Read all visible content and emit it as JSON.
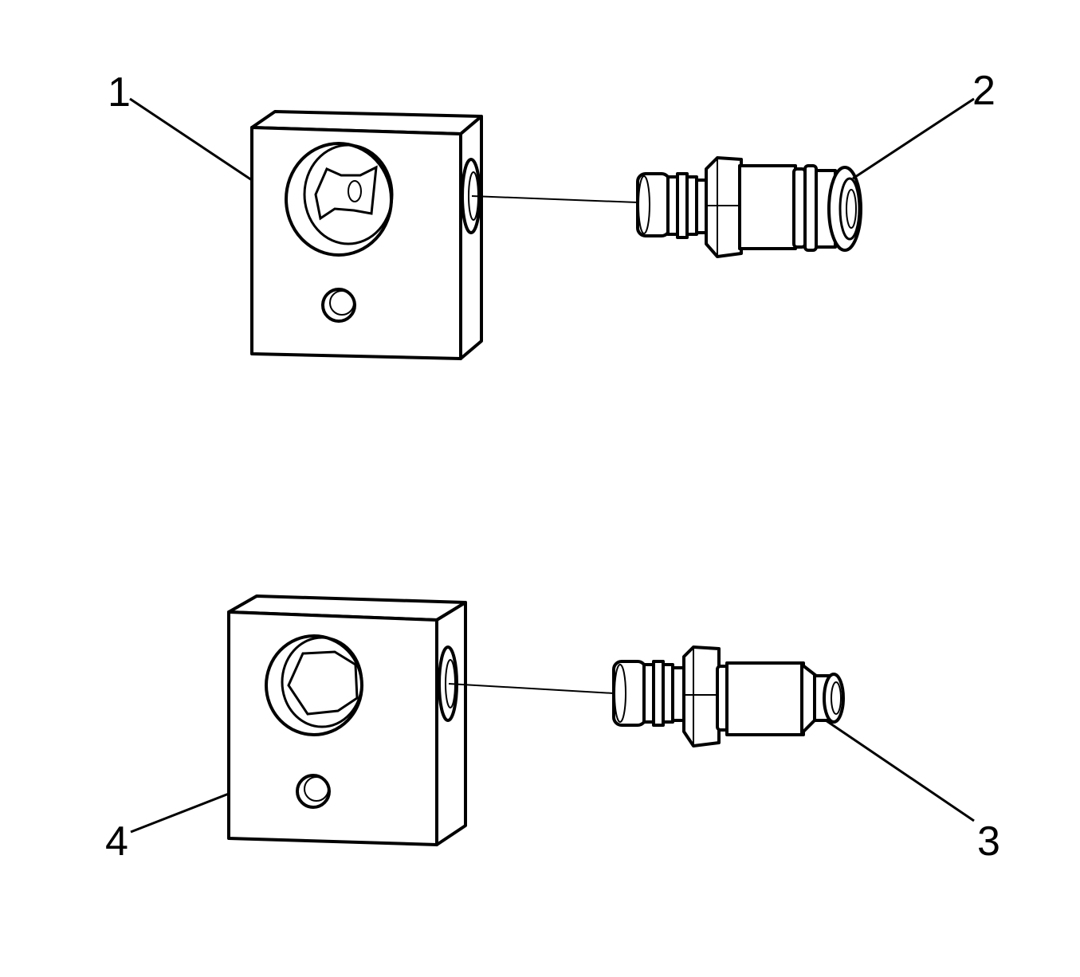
{
  "callouts": [
    {
      "id": "1",
      "text": "1"
    },
    {
      "id": "2",
      "text": "2"
    },
    {
      "id": "3",
      "text": "3"
    },
    {
      "id": "4",
      "text": "4"
    }
  ],
  "colors": {
    "ink": "#000000",
    "paper": "#ffffff"
  }
}
